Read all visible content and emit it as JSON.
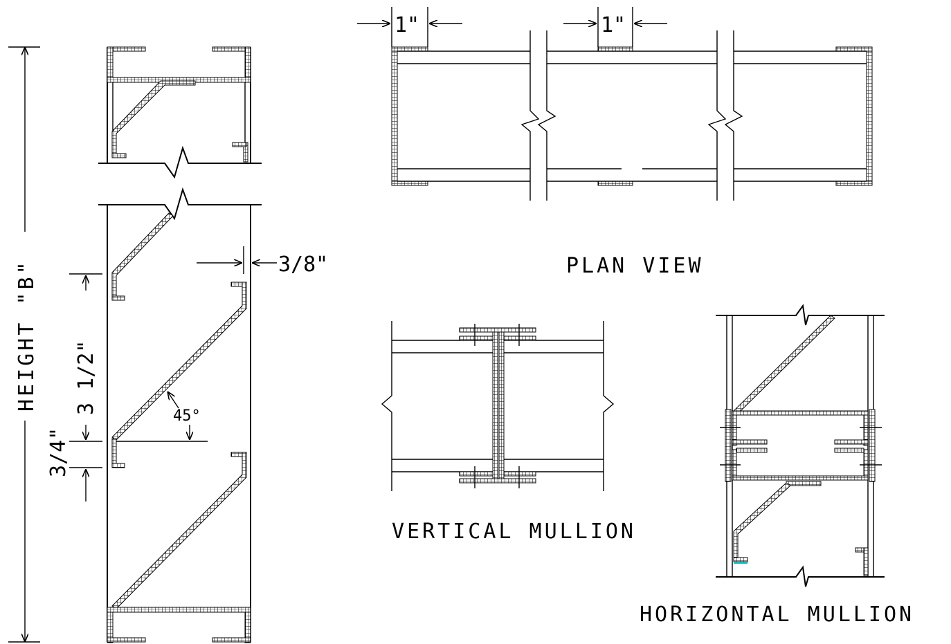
{
  "labels": {
    "plan_view": "PLAN VIEW",
    "vertical_mullion": "VERTICAL MULLION",
    "horizontal_mullion": "HORIZONTAL MULLION"
  },
  "dimensions": {
    "height": "HEIGHT \"B\"",
    "blade_spacing": "3 1/2\"",
    "lip": "3/4\"",
    "frame_thickness": "3/8\"",
    "angle": "45°",
    "plan_flange_left": "1\"",
    "plan_flange_mid": "1\""
  },
  "colors": {
    "line": "#000000",
    "background": "#ffffff",
    "accent": "#00c8c8"
  }
}
